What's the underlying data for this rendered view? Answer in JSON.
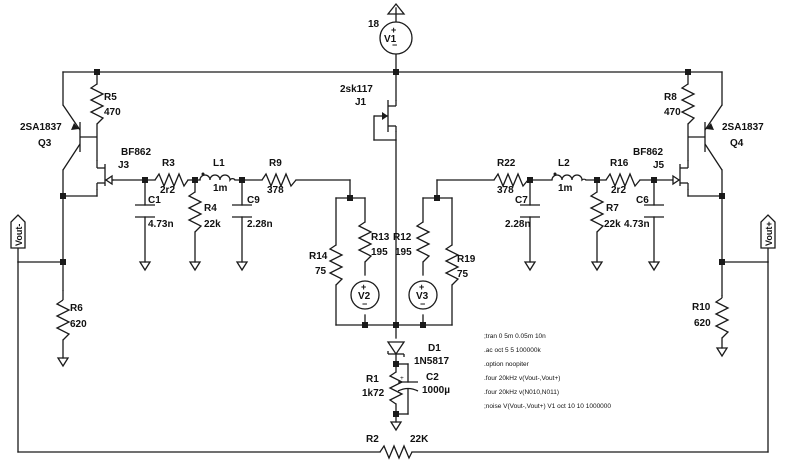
{
  "supply": {
    "voltage": "18",
    "name": "V1"
  },
  "jfet": {
    "model": "2sk117",
    "name": "J1"
  },
  "left": {
    "q": {
      "model": "2SA1837",
      "name": "Q3"
    },
    "j": {
      "model": "BF862",
      "name": "J3"
    },
    "r5": {
      "name": "R5",
      "value": "470"
    },
    "r3": {
      "name": "R3",
      "value": "2r2"
    },
    "l1": {
      "name": "L1",
      "value": "1m"
    },
    "r9": {
      "name": "R9",
      "value": "378"
    },
    "c1": {
      "name": "C1",
      "value": "4.73n"
    },
    "r4": {
      "name": "R4",
      "value": "22k"
    },
    "c9": {
      "name": "C9",
      "value": "2.28n"
    },
    "r6": {
      "name": "R6",
      "value": "620"
    },
    "r13": {
      "name": "R13",
      "value": "195"
    },
    "r14": {
      "name": "R14",
      "value": "75"
    },
    "v2": {
      "name": "V2"
    },
    "out": "Vout-"
  },
  "right": {
    "q": {
      "model": "2SA1837",
      "name": "Q4"
    },
    "j": {
      "model": "BF862",
      "name": "J5"
    },
    "r8": {
      "name": "R8",
      "value": "470"
    },
    "r22": {
      "name": "R22",
      "value": "378"
    },
    "l2": {
      "name": "L2",
      "value": "1m"
    },
    "r16": {
      "name": "R16",
      "value": "2r2"
    },
    "c7": {
      "name": "C7",
      "value": "2.28n"
    },
    "r7": {
      "name": "R7",
      "value": "22k"
    },
    "c6": {
      "name": "C6",
      "value": "4.73n"
    },
    "r10": {
      "name": "R10",
      "value": "620"
    },
    "r12": {
      "name": "R12",
      "value": "195"
    },
    "r19": {
      "name": "R19",
      "value": "75"
    },
    "v3": {
      "name": "V3"
    },
    "out": "Vout+"
  },
  "bottom": {
    "d1": {
      "name": "D1",
      "model": "1N5817"
    },
    "r1": {
      "name": "R1",
      "value": "1k72"
    },
    "c2": {
      "name": "C2",
      "value": "1000µ"
    },
    "r2": {
      "name": "R2",
      "value": "22K"
    }
  },
  "directives": [
    ";tran 0 5m 0.05m 10n",
    ".ac oct 5 5 100000k",
    ".option noopiter",
    ".four 20kHz v(Vout-,Vout+)",
    ".four 20kHz v(N010,N011)",
    ";noise V(Vout-,Vout+) V1 oct 10 10 1000000"
  ]
}
